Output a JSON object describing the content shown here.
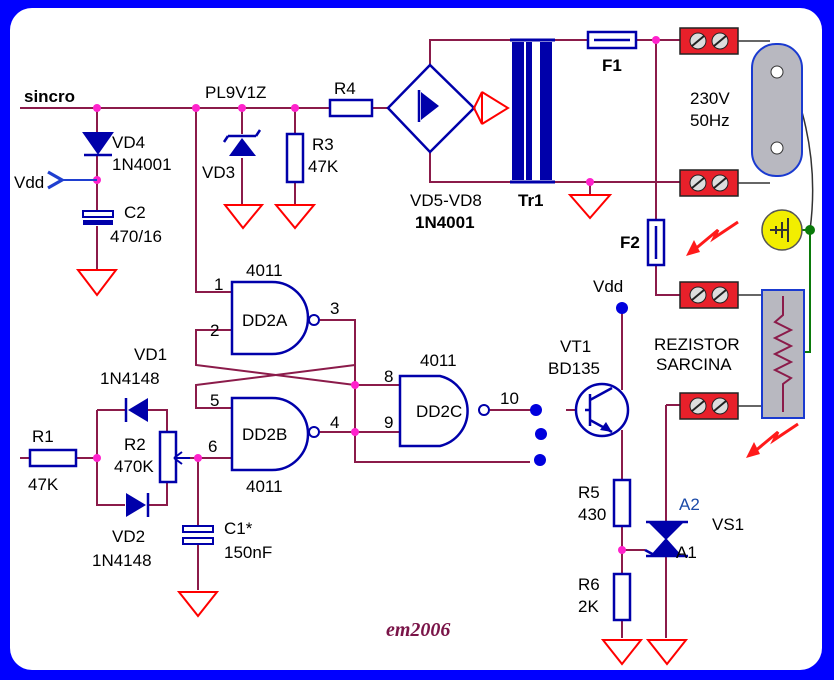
{
  "labels": {
    "sincro": "sincro",
    "vd4": "VD4",
    "vd4_type": "1N4001",
    "vdd_left": "Vdd",
    "c2": "C2",
    "c2_value": "470/16",
    "pl9v1z": "PL9V1Z",
    "vd3": "VD3",
    "r3": "R3",
    "r3_value": "47K",
    "r4": "R4",
    "bridge": "VD5-VD8",
    "bridge_type": "1N4001",
    "tr1": "Tr1",
    "f1": "F1",
    "f2": "F2",
    "mains_voltage": "230V",
    "mains_freq": "50Hz",
    "ic_a_type": "4011",
    "ic_a": "DD2A",
    "ic_b": "DD2B",
    "ic_b_type": "4011",
    "ic_c_type": "4011",
    "ic_c": "DD2C",
    "pin1": "1",
    "pin2": "2",
    "pin3": "3",
    "pin4": "4",
    "pin5": "5",
    "pin6": "6",
    "pin8": "8",
    "pin9": "9",
    "pin10": "10",
    "vd1": "VD1",
    "vd1_type": "1N4148",
    "r1": "R1",
    "r1_value": "47K",
    "r2": "R2",
    "r2_value": "470K",
    "vd2": "VD2",
    "vd2_type": "1N4148",
    "c1": "C1*",
    "c1_value": "150nF",
    "vdd_right": "Vdd",
    "vt1": "VT1",
    "vt1_type": "BD135",
    "load_line1": "REZISTOR",
    "load_line2": "SARCINA",
    "r5": "R5",
    "r5_value": "430",
    "r6": "R6",
    "r6_value": "2K",
    "a2": "A2",
    "a1": "A1",
    "vs1": "VS1",
    "signature": "em2006"
  },
  "colors": {
    "background": "#0000ff",
    "panel": "#ffffff",
    "wire": "#8b1b4a",
    "junction": "#ff22cc",
    "ground": "#ff0000",
    "component": "#0000aa",
    "terminal_block": "#e8202a",
    "plug": "#b8b8c0",
    "earth": "#f2ee00",
    "signature": "#7a1448"
  }
}
